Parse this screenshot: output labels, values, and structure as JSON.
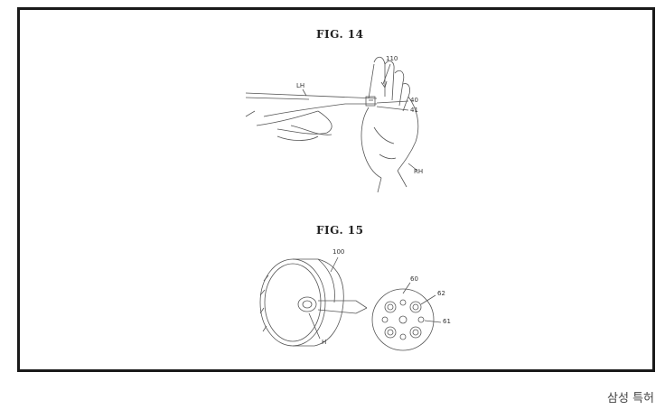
{
  "figures": [
    {
      "title": "FIG. 14",
      "refs": {
        "ref_110": "110",
        "ref_lh": "LH",
        "ref_40": "40",
        "ref_41": "41",
        "ref_rh": "RH"
      }
    },
    {
      "title": "FIG. 15",
      "refs": {
        "ref_100": "100",
        "ref_h": "H",
        "ref_60": "60",
        "ref_62": "62",
        "ref_61": "61"
      }
    }
  ],
  "caption": "삼성 특허"
}
